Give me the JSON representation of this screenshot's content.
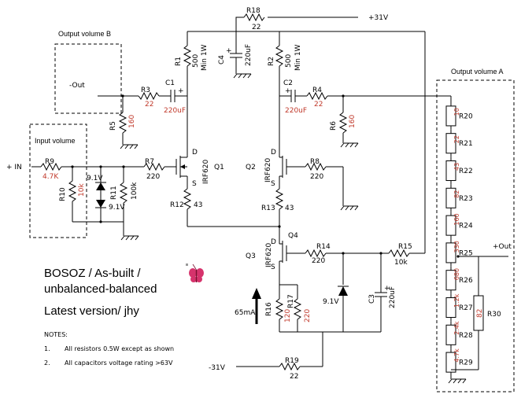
{
  "boxes": {
    "output_b": "Output volume B",
    "input": "Input volume",
    "output_a": "Output volume A"
  },
  "nets": {
    "plus31": "+31V",
    "minus31": "-31V",
    "in": "+ IN",
    "out_plus": "+Out",
    "out_minus": "-Out",
    "current": "65mA"
  },
  "components": {
    "R18": {
      "name": "R18",
      "value": "22"
    },
    "R1": {
      "name": "R1",
      "value": "500",
      "rating": "Min 1W"
    },
    "R2": {
      "name": "R2",
      "value": "500",
      "rating": "Min 1W"
    },
    "C4": {
      "name": "C4",
      "value": "220uF"
    },
    "C1": {
      "name": "C1",
      "value": "220uF"
    },
    "C2": {
      "name": "C2",
      "value": "220uF"
    },
    "R3": {
      "name": "R3",
      "value": "22"
    },
    "R4": {
      "name": "R4",
      "value": "22"
    },
    "R5": {
      "name": "R5",
      "value": "160"
    },
    "R6": {
      "name": "R6",
      "value": "160"
    },
    "R9": {
      "name": "R9",
      "value": "4.7K"
    },
    "R10": {
      "name": "R10",
      "value": "10k"
    },
    "R11": {
      "name": "R11",
      "value": "100k"
    },
    "R7": {
      "name": "R7",
      "value": "220"
    },
    "R8": {
      "name": "R8",
      "value": "220"
    },
    "R12": {
      "name": "R12",
      "value": "43"
    },
    "R13": {
      "name": "R13",
      "value": "43"
    },
    "R14": {
      "name": "R14",
      "value": "220"
    },
    "R15": {
      "name": "R15",
      "value": "10k"
    },
    "R16": {
      "name": "R16",
      "value": "120"
    },
    "R17": {
      "name": "R17",
      "value": "220"
    },
    "R19": {
      "name": "R19",
      "value": "22"
    },
    "C3": {
      "name": "C3",
      "value": "220uF"
    },
    "Z1": {
      "value": "9.1V"
    },
    "Z2": {
      "value": "9.1V"
    },
    "Z3": {
      "value": "9.1V"
    },
    "Q1": {
      "name": "Q1",
      "part": "IRF620"
    },
    "Q2": {
      "name": "Q2",
      "part": "IRF620"
    },
    "Q3": {
      "name": "Q3",
      "part": "IRF620"
    },
    "Q4": {
      "name": "Q4"
    },
    "R30": {
      "name": "R30",
      "value": "82"
    }
  },
  "pins": {
    "d": "D",
    "s": "S"
  },
  "ladder": [
    {
      "name": "R20",
      "value": "10"
    },
    {
      "name": "R21",
      "value": "22"
    },
    {
      "name": "R22",
      "value": "43"
    },
    {
      "name": "R23",
      "value": "82"
    },
    {
      "name": "R24",
      "value": "160"
    },
    {
      "name": "R25",
      "value": "330"
    },
    {
      "name": "R26",
      "value": "680"
    },
    {
      "name": "R27",
      "value": "1.2k"
    },
    {
      "name": "R28",
      "value": "2.4k"
    },
    {
      "name": "R29",
      "value": "4.7k"
    }
  ],
  "title": {
    "line1": "BOSOZ / As-built /",
    "line2": "unbalanced-balanced",
    "line3": "Latest version/ jhy"
  },
  "notes": {
    "heading": "NOTES:",
    "n1_num": "1.",
    "n1": "All resistors 0.5W except as shown",
    "n2_num": "2.",
    "n2": "All capacitors voltage rating >63V"
  },
  "colors": {
    "value_red": "#c0392b",
    "butterfly": "#d6336c"
  }
}
